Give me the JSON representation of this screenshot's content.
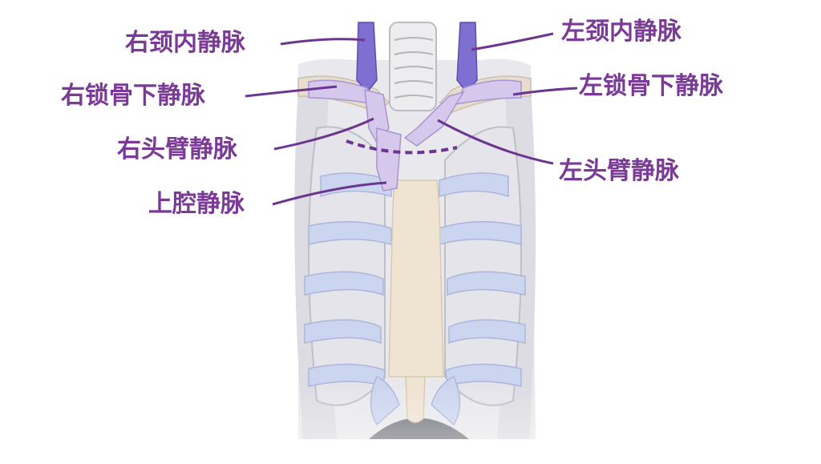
{
  "colors": {
    "label": "#7a3a96",
    "leader_line": "#6b3590",
    "vein": "#7f6fd0",
    "bone": "#f0e4d0",
    "ribs": "#c8d2ee",
    "background": "#ffffff"
  },
  "labels": {
    "right_internal_jugular": "右颈内静脉",
    "right_subclavian": "右锁骨下静脉",
    "right_brachiocephalic": "右头臂静脉",
    "superior_vena_cava": "上腔静脉",
    "left_internal_jugular": "左颈内静脉",
    "left_subclavian": "左锁骨下静脉",
    "left_brachiocephalic": "左头臂静脉"
  }
}
